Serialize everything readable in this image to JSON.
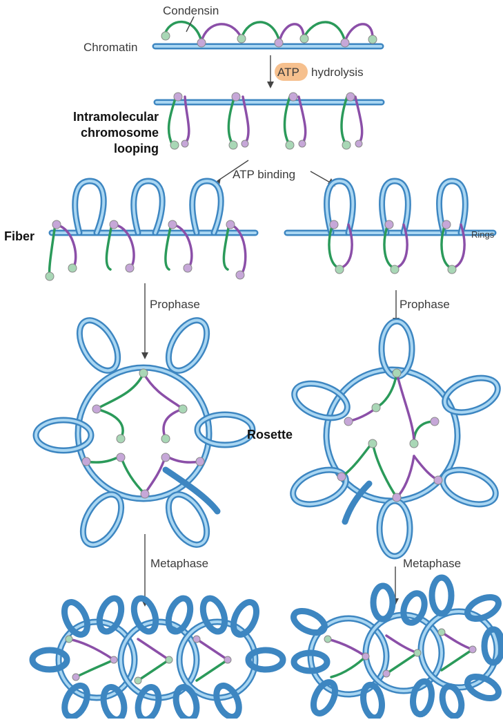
{
  "labels": {
    "condensin": "Condensin",
    "chromatin": "Chromatin",
    "atp": "ATP",
    "hydrolysis": "hydrolysis",
    "looping_line1": "Intramolecular",
    "looping_line2": "chromosome",
    "looping_line3": "looping",
    "atp_binding": "ATP binding",
    "fiber": "Fiber",
    "rings": "Rings",
    "prophase_left": "Prophase",
    "prophase_right": "Prophase",
    "rosette": "Rosette",
    "metaphase_left": "Metaphase",
    "metaphase_right": "Metaphase"
  },
  "colors": {
    "chromatin_tube": "#3d86c1",
    "chromatin_highlight": "#a9d6f2",
    "condensin_green": "#2b9a5a",
    "condensin_purple": "#8b4fa8",
    "atp_badge": "#f6c08e"
  }
}
